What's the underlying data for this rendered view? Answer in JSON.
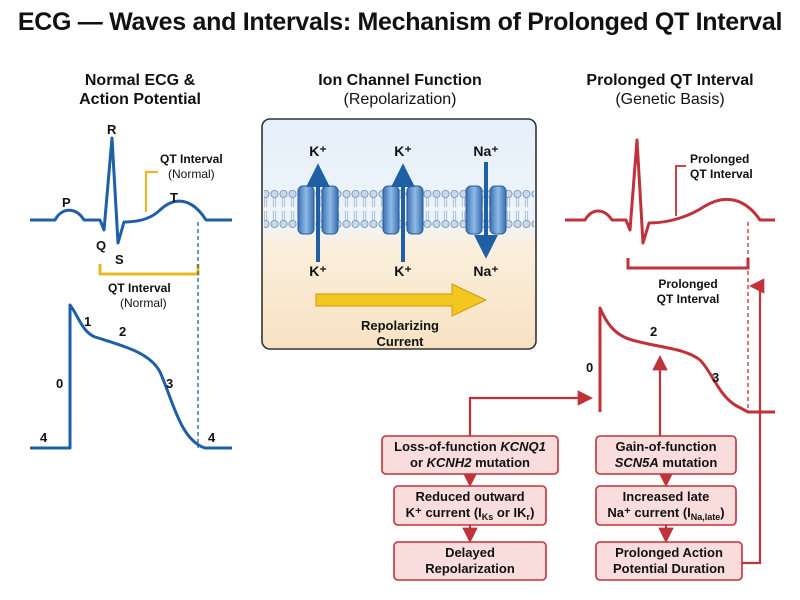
{
  "title": "ECG — Waves and Intervals: Mechanism of Prolonged QT Interval",
  "left": {
    "heading_line1": "Normal ECG &",
    "heading_line2": "Action Potential",
    "wave_labels": {
      "p": "P",
      "q": "Q",
      "r": "R",
      "s": "S",
      "t": "T"
    },
    "qt_top_label": "QT Interval",
    "qt_top_sub": "(Normal)",
    "qt_bottom_label": "QT Interval",
    "qt_bottom_sub": "(Normal)",
    "phase_labels": {
      "p0": "0",
      "p1": "1",
      "p2": "2",
      "p3": "3",
      "p4_left": "4",
      "p4_right": "4"
    }
  },
  "middle": {
    "heading_line1": "Ion Channel Function",
    "heading_line2": "(Repolarization)",
    "channels": [
      {
        "top": "K⁺",
        "bottom": "K⁺",
        "direction": "out"
      },
      {
        "top": "K⁺",
        "bottom": "K⁺",
        "direction": "out"
      },
      {
        "top": "Na⁺",
        "bottom": "Na⁺",
        "direction": "in"
      }
    ],
    "current_label_line1": "Repolarizing",
    "current_label_line2": "Current"
  },
  "right": {
    "heading_line1": "Prolonged QT Interval",
    "heading_line2": "(Genetic Basis)",
    "prolonged_top_line1": "Prolonged",
    "prolonged_top_line2": "QT Interval",
    "prolonged_bottom_line1": "Prolonged",
    "prolonged_bottom_line2": "QT Interval",
    "phase_labels": {
      "p0": "0",
      "p2": "2",
      "p3": "3"
    },
    "box_kcnq_line1_a": "Loss-of-function ",
    "box_kcnq_line1_b": "KCNQ1",
    "box_kcnq_line2_a": "or ",
    "box_kcnq_line2_b": "KCNH2",
    "box_kcnq_line2_c": " mutation",
    "box_reduced_line1": "Reduced outward",
    "box_reduced_line2_a": "K⁺ current (I",
    "box_reduced_sub1": "Ks",
    "box_reduced_line2_b": " or IK",
    "box_reduced_sub2": "r",
    "box_reduced_line2_c": ")",
    "box_delayed_line1": "Delayed",
    "box_delayed_line2": "Repolarization",
    "box_scn_line1": "Gain-of-function",
    "box_scn_line2_a": "SCN5A",
    "box_scn_line2_b": " mutation",
    "box_late_line1": "Increased late",
    "box_late_line2_a": "Na⁺ current (I",
    "box_late_sub": "Na,late",
    "box_late_line2_b": ")",
    "box_prolonged_ap_line1": "Prolonged Action",
    "box_prolonged_ap_line2": "Potential Duration"
  },
  "colors": {
    "ecg_blue": "#1f5fa5",
    "qt_yellow": "#e8b824",
    "prolonged_red": "#c0323a",
    "box_fill": "#f9dcdc",
    "membrane_blue": "#86b7e6",
    "arrow_yellow": "#f4c620"
  }
}
